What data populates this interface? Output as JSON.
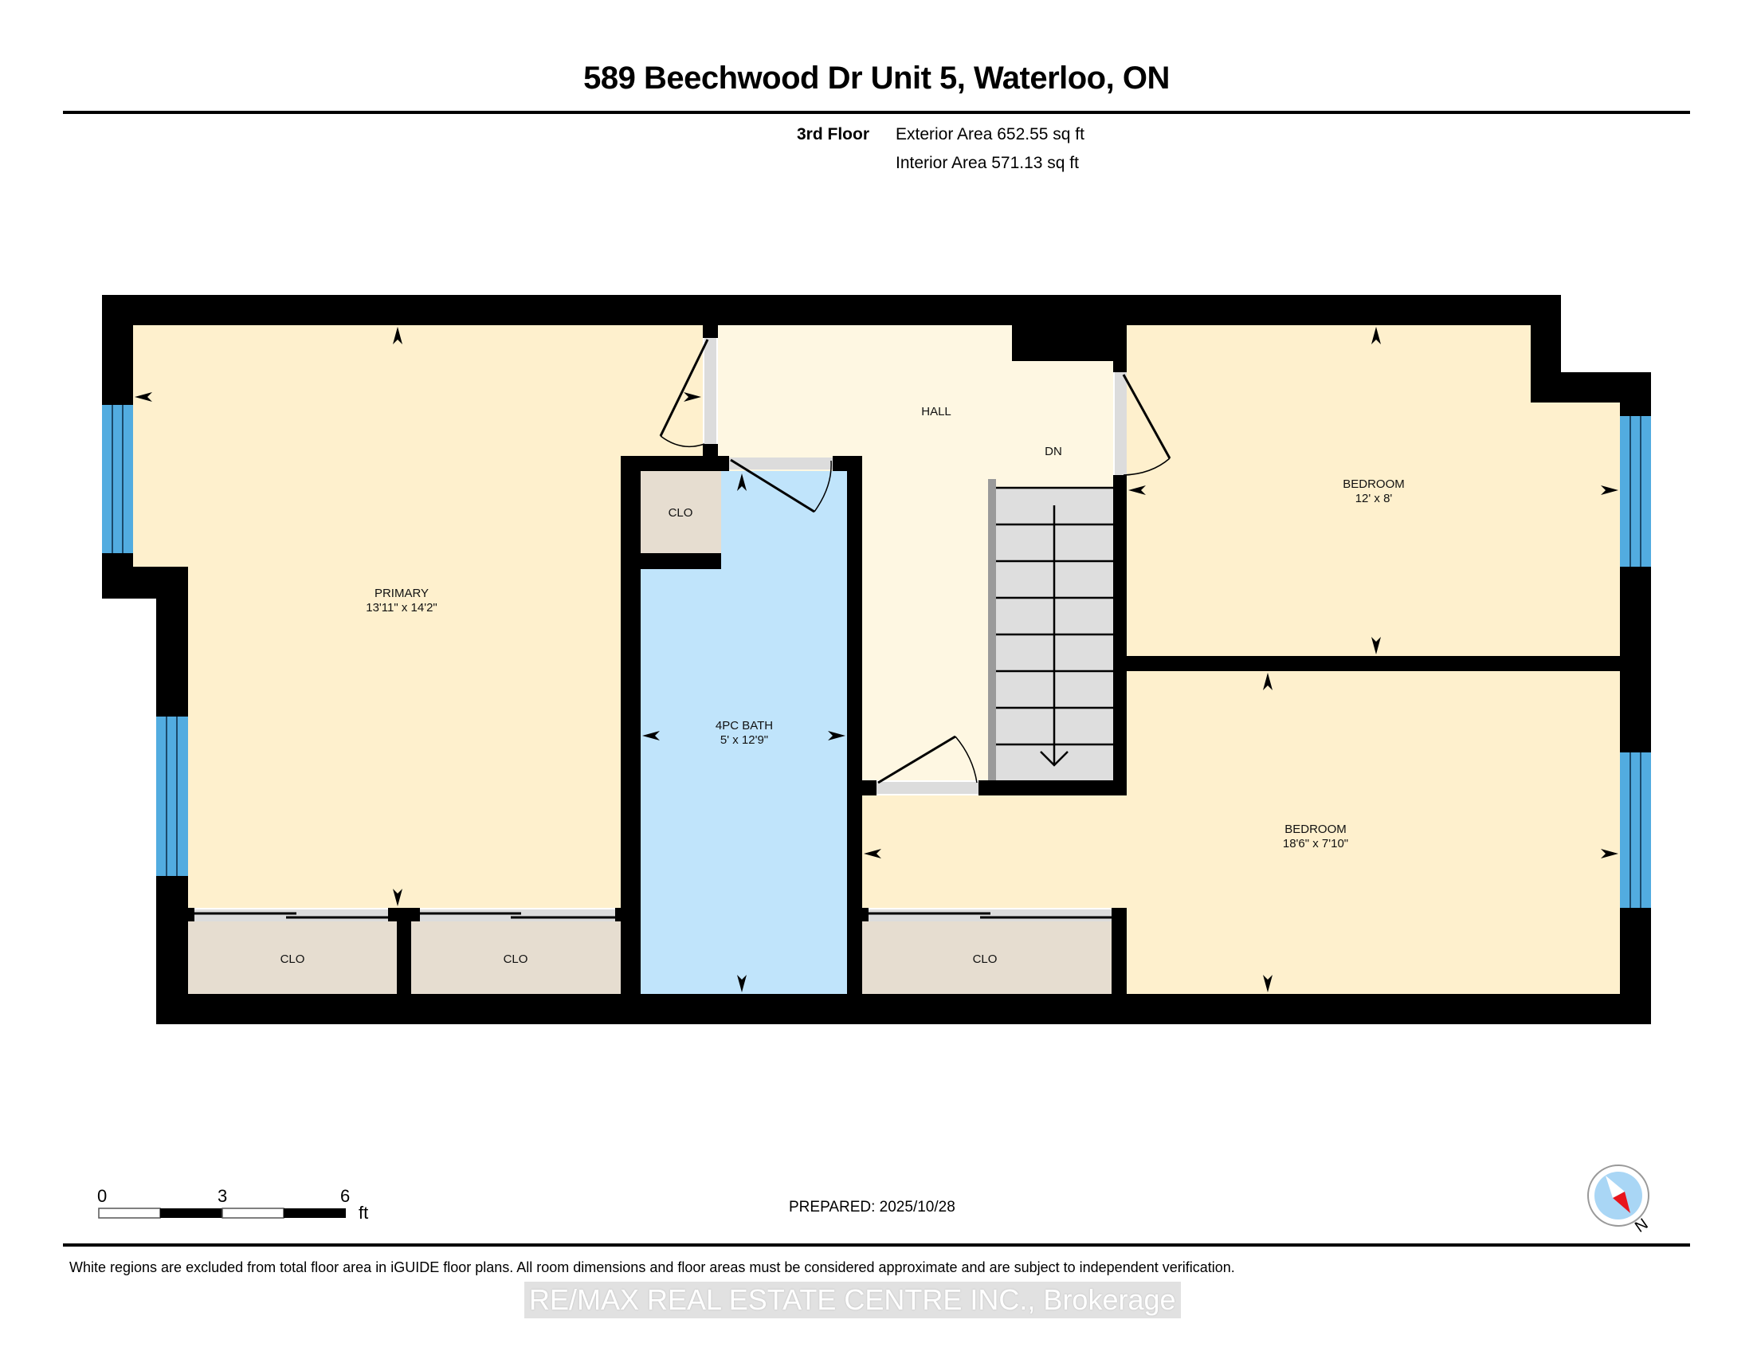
{
  "header": {
    "title": "589 Beechwood Dr Unit 5, Waterloo, ON",
    "floor": "3rd Floor",
    "exterior_area": "Exterior Area 652.55 sq ft",
    "interior_area": "Interior Area 571.13 sq ft"
  },
  "rooms": {
    "primary": {
      "name": "PRIMARY",
      "dims": "13'11\" x 14'2\""
    },
    "bath": {
      "name": "4PC BATH",
      "dims": "5' x 12'9\""
    },
    "hall": {
      "name": "HALL"
    },
    "stairs": {
      "label": "DN"
    },
    "bedroom1": {
      "name": "BEDROOM",
      "dims": "12' x 8'"
    },
    "bedroom2": {
      "name": "BEDROOM",
      "dims": "18'6\" x 7'10\""
    },
    "closets": [
      "CLO",
      "CLO",
      "CLO",
      "CLO"
    ]
  },
  "colors": {
    "wall": "#000000",
    "bedroom_fill": "#FEF0CD",
    "hall_fill": "#FEF7E2",
    "bath_fill": "#C0E4FB",
    "closet_fill": "#E6DDD0",
    "door_fill": "#DCDCDC",
    "stair_fill": "#DEDEDE",
    "window_fill": "#52ACE0",
    "compass_fill": "#A9D6F5",
    "compass_needle": "#E8141B"
  },
  "scale_bar": {
    "ticks": [
      "0",
      "3",
      "6"
    ],
    "unit": "ft"
  },
  "compass": {
    "label": "N"
  },
  "footer": {
    "prepared": "PREPARED: 2025/10/28",
    "disclaimer": "White regions are excluded from total floor area in iGUIDE floor plans. All room dimensions and floor areas must be considered approximate and are subject to independent verification.",
    "watermark": "RE/MAX REAL ESTATE CENTRE INC., Brokerage"
  }
}
